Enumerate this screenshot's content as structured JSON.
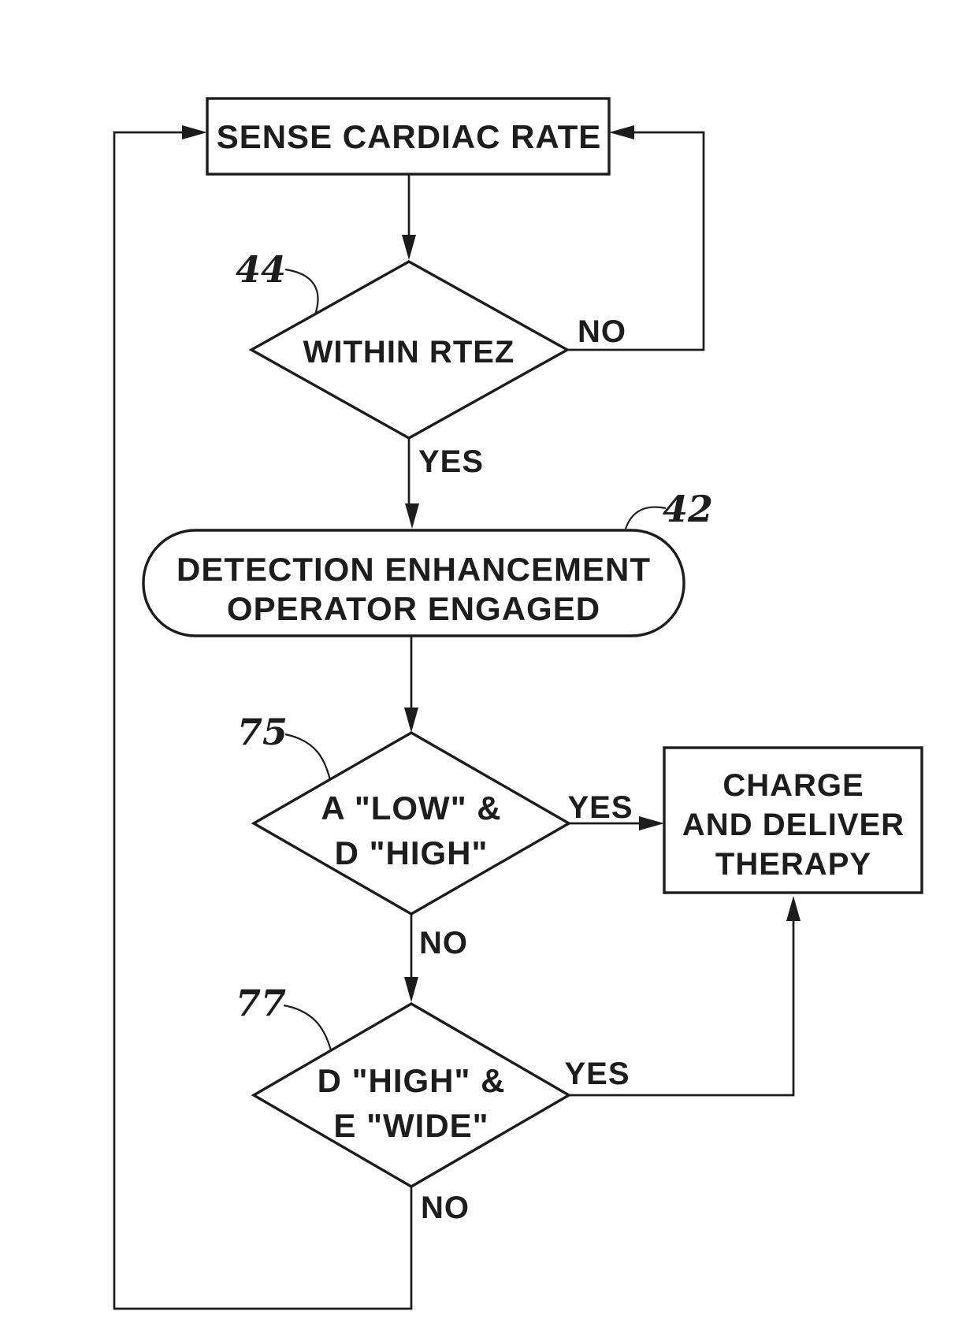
{
  "figure": {
    "kind": "patent-flowchart",
    "background_color": "#ffffff",
    "ink_color": "#1c1c1c"
  },
  "nodes": {
    "sense_cardiac_rate": {
      "label": "SENSE CARDIAC RATE"
    },
    "within_rtez": {
      "label": "WITHIN RTEZ",
      "ref": "44"
    },
    "detection_enhancement": {
      "line1": "DETECTION ENHANCEMENT",
      "line2": "OPERATOR ENGAGED",
      "ref": "42"
    },
    "a_low_d_high": {
      "line1": "A \"LOW\" &",
      "line2": "D \"HIGH\"",
      "ref": "75"
    },
    "charge_deliver_therapy": {
      "line1": "CHARGE",
      "line2": "AND DELIVER",
      "line3": "THERAPY"
    },
    "d_high_e_wide": {
      "line1": "D \"HIGH\" &",
      "line2": "E \"WIDE\"",
      "ref": "77"
    }
  },
  "edges": {
    "within_rtez_no": "NO",
    "within_rtez_yes": "YES",
    "a_low_d_high_yes": "YES",
    "a_low_d_high_no": "NO",
    "d_high_e_wide_yes": "YES",
    "d_high_e_wide_no": "NO"
  }
}
